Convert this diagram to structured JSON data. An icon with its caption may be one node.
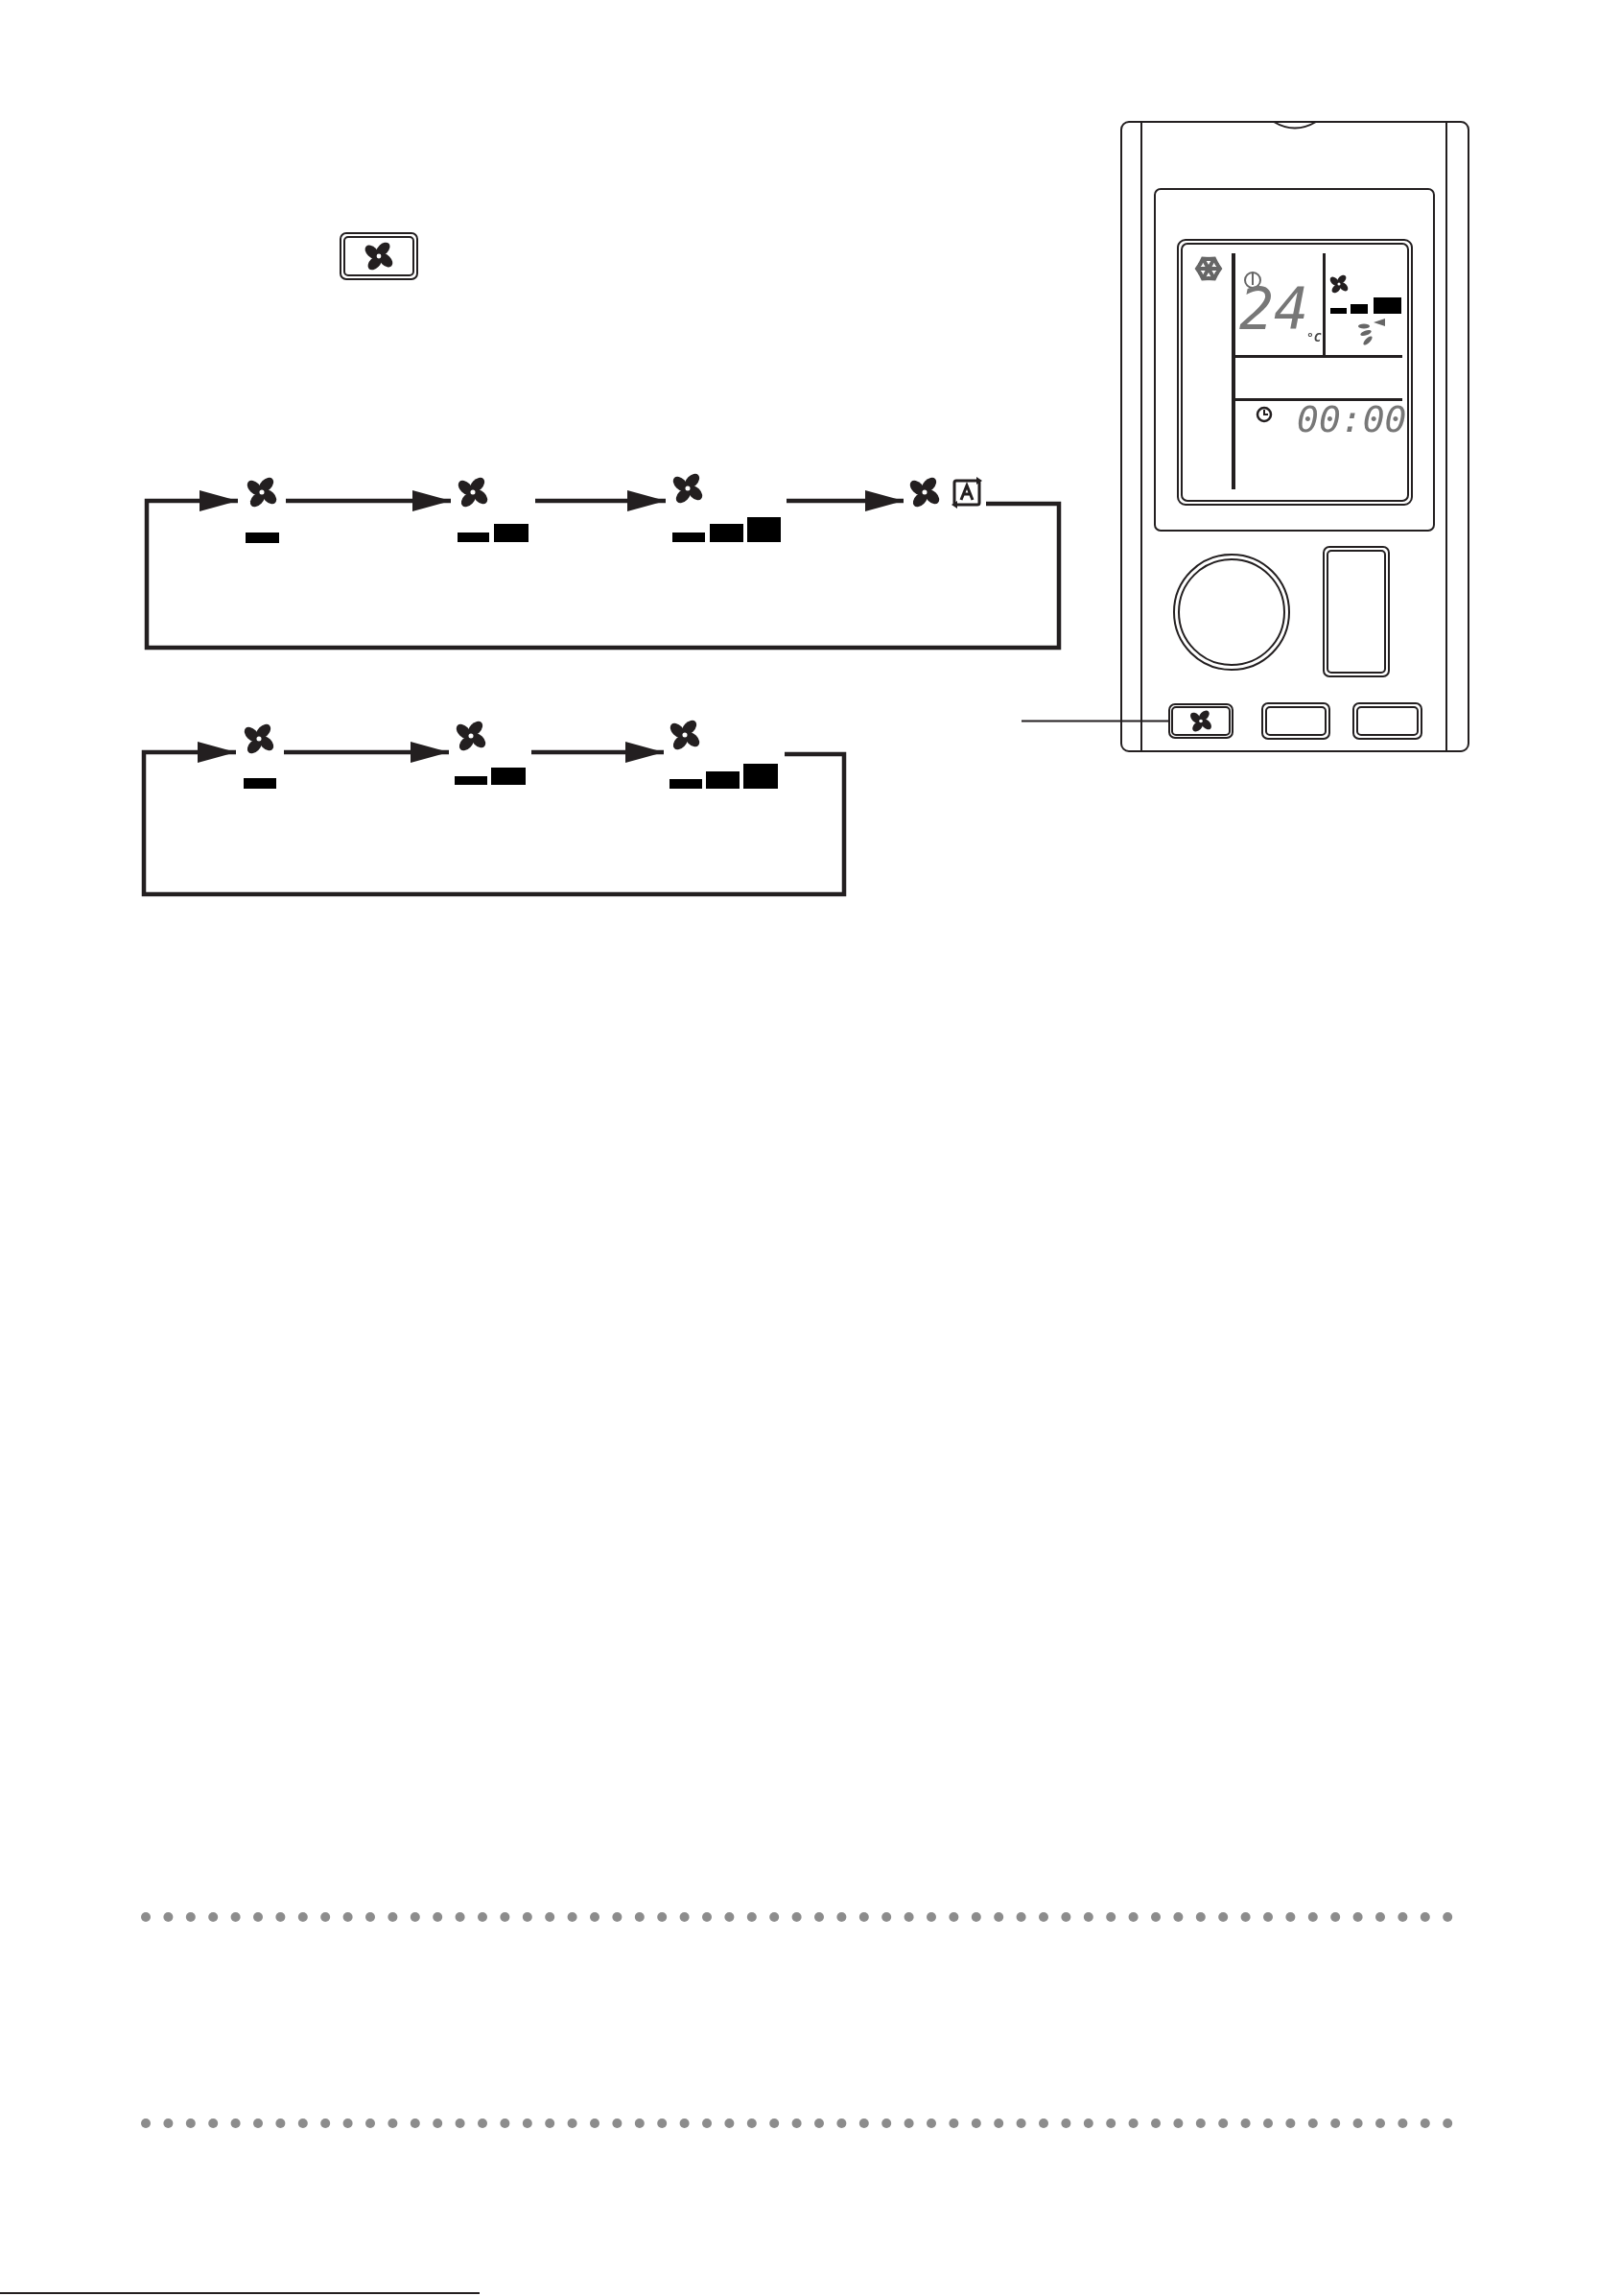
{
  "diagram": {
    "nodes": [
      {
        "text": [],
        "shape": "icon"
      },
      {
        "text": [],
        "shape": "icon"
      },
      {
        "text": [],
        "shape": "icon"
      },
      {
        "text": [],
        "shape": "icon"
      },
      {
        "text": [],
        "shape": "icon"
      },
      {
        "text": [],
        "shape": "icon"
      },
      {
        "text": [],
        "shape": "icon"
      },
      {
        "text": [],
        "shape": "box"
      },
      {
        "text": [],
        "shape": "box",
        "in": 7
      }
    ],
    "edges": [
      {
        "from": 0,
        "to": 1,
        "arrow": "to"
      },
      {
        "from": 1,
        "to": 2,
        "arrow": "to"
      },
      {
        "from": 2,
        "to": 3,
        "arrow": "to"
      },
      {
        "from": 3,
        "to": 0,
        "arrow": "to"
      },
      {
        "from": 4,
        "to": 5,
        "arrow": "to"
      },
      {
        "from": 5,
        "to": 6,
        "arrow": "to"
      },
      {
        "from": 6,
        "to": 4,
        "arrow": "to"
      },
      {
        "from": null,
        "to": 8,
        "arrow": "none"
      }
    ],
    "labels": [
      "24",
      "°C",
      "00:00"
    ]
  }
}
